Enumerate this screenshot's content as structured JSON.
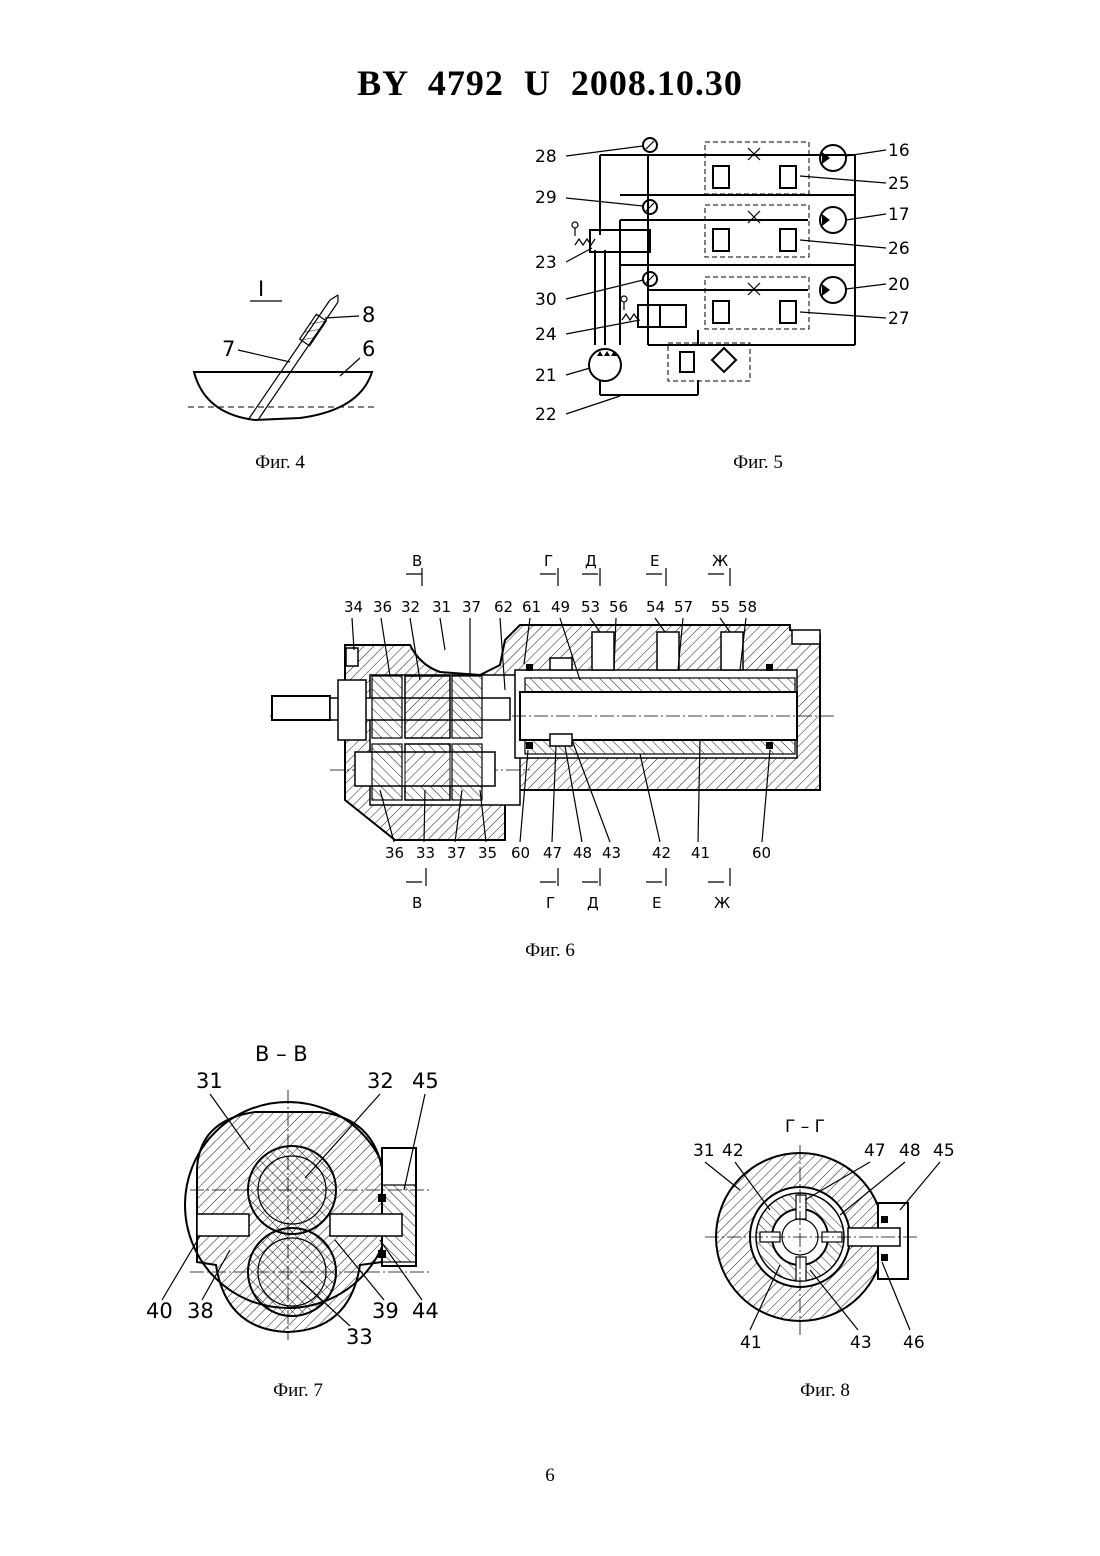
{
  "header": {
    "title": "BY  4792  U  2008.10.30"
  },
  "figures": {
    "fig4": {
      "caption": "Фиг. 4",
      "view": "I",
      "labels": [
        "8",
        "7",
        "6"
      ]
    },
    "fig5": {
      "caption": "Фиг. 5",
      "labels": [
        "28",
        "29",
        "23",
        "30",
        "24",
        "21",
        "22",
        "16",
        "25",
        "17",
        "26",
        "20",
        "27"
      ]
    },
    "fig6": {
      "caption": "Фиг. 6",
      "top_labels": [
        "34",
        "36",
        "32",
        "31",
        "37",
        "62",
        "61",
        "49",
        "53",
        "56",
        "54",
        "57",
        "55",
        "58"
      ],
      "bottom_labels": [
        "36",
        "33",
        "37",
        "35",
        "60",
        "47",
        "48",
        "43",
        "42",
        "41",
        "60"
      ],
      "section_marks": [
        "В",
        "Г",
        "Д",
        "Е",
        "Ж"
      ]
    },
    "fig7": {
      "caption": "Фиг. 7",
      "section": "В – В",
      "labels": [
        "31",
        "32",
        "45",
        "40",
        "38",
        "39",
        "44",
        "33"
      ]
    },
    "fig8": {
      "caption": "Фиг. 8",
      "section": "Г – Г",
      "labels": [
        "31",
        "42",
        "47",
        "48",
        "45",
        "41",
        "43",
        "46"
      ]
    }
  },
  "page_number": "6"
}
